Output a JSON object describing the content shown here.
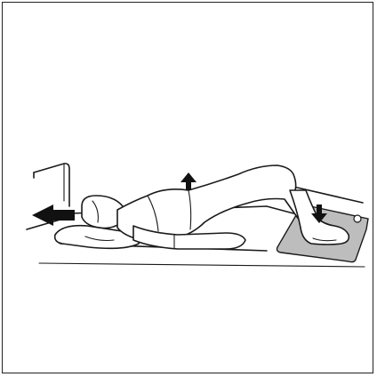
{
  "illustration": {
    "subject": "person-lying-supine-performing-bridge-exercise",
    "colors": {
      "outline": "#1a1a1a",
      "pad": "#bdbdbd",
      "arrow": "#111111",
      "background": "#ffffff"
    },
    "arrows": [
      {
        "name": "head-push-arrow",
        "direction": "left"
      },
      {
        "name": "hip-lift-arrow",
        "direction": "up"
      },
      {
        "name": "foot-press-arrow",
        "direction": "down"
      }
    ],
    "icons": [
      "pressure-pad-icon",
      "pillow-icon",
      "headboard-icon",
      "mat-icon"
    ]
  }
}
